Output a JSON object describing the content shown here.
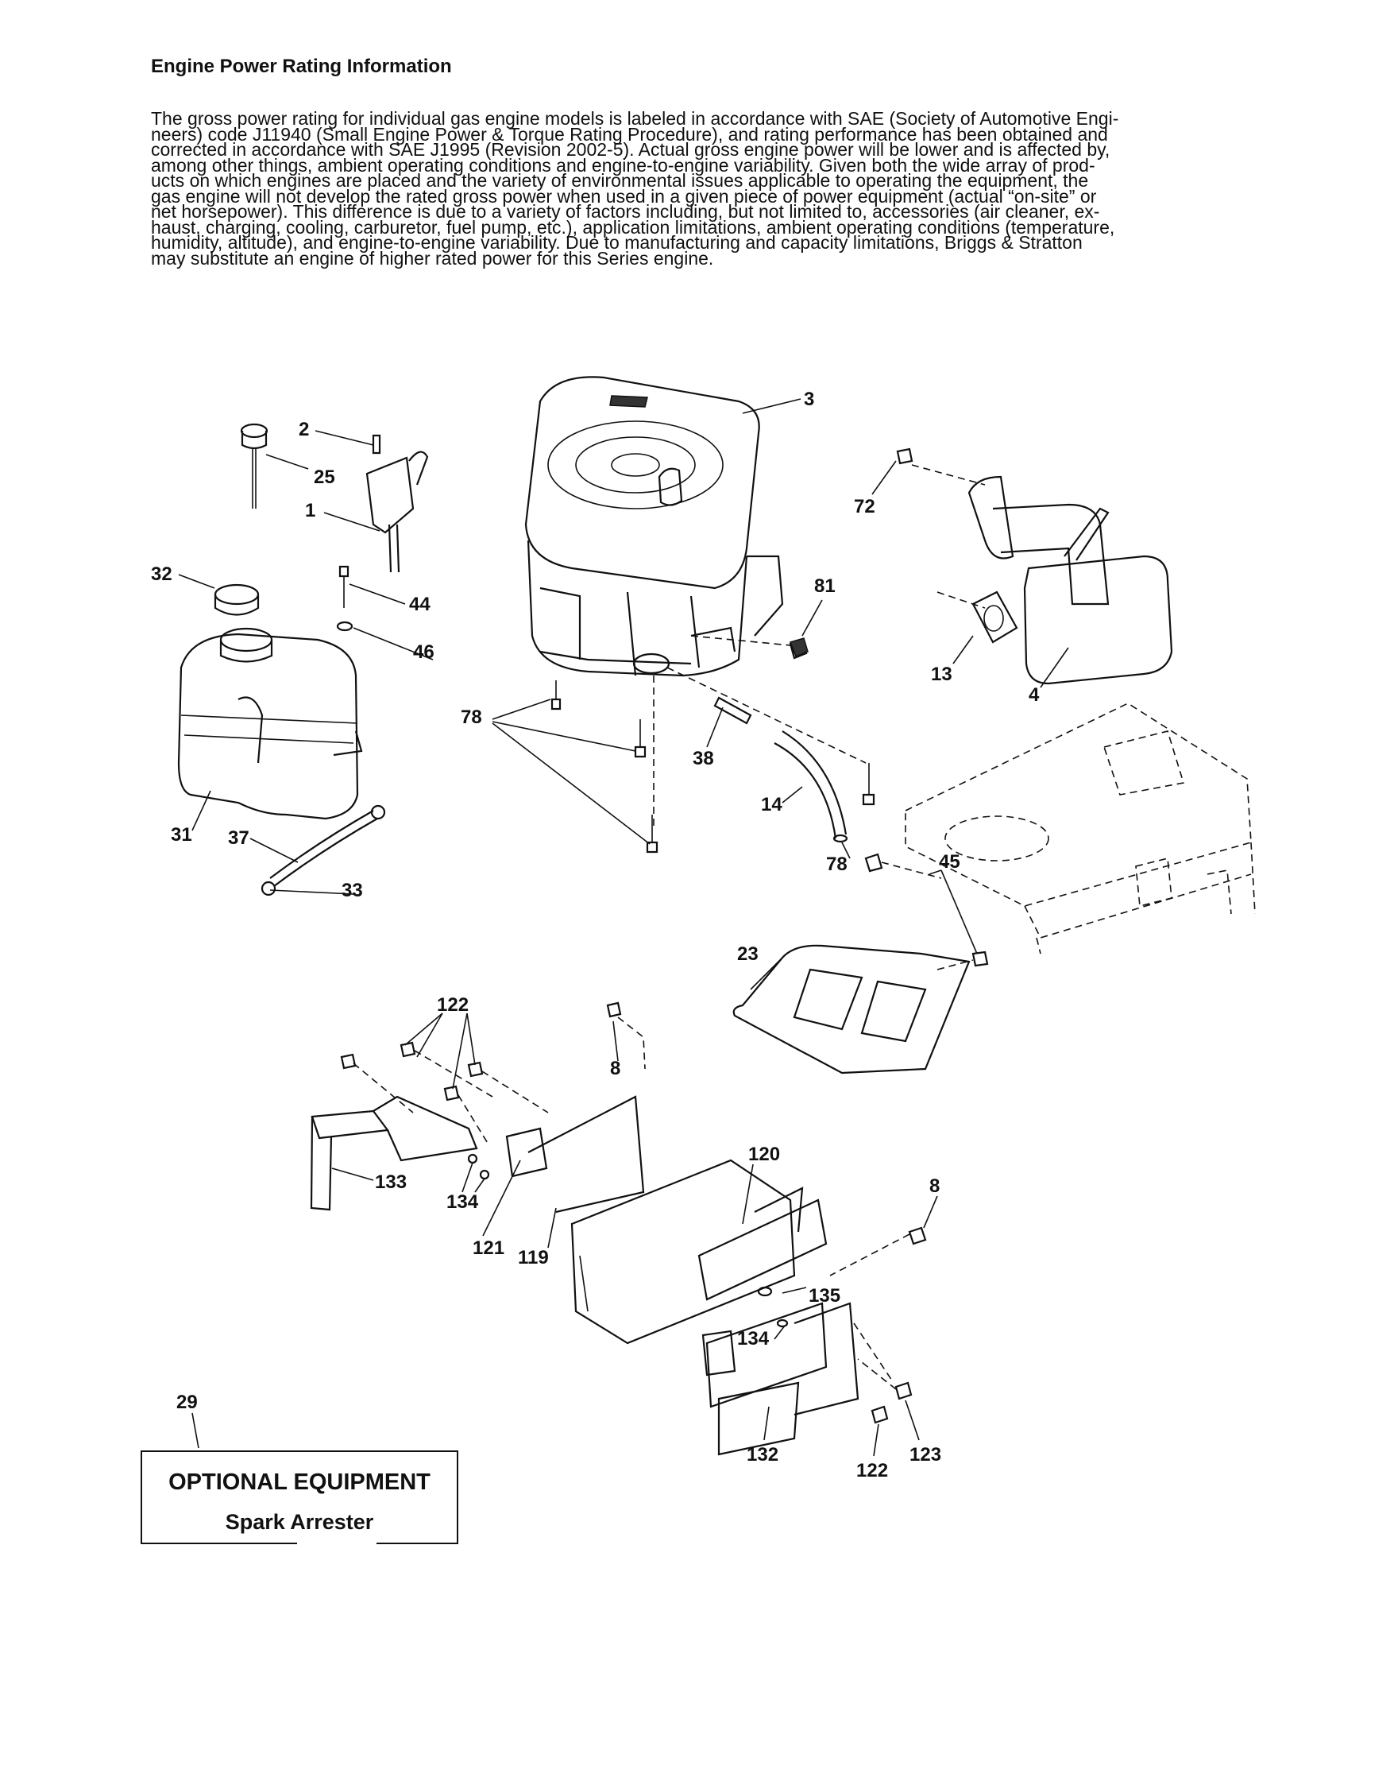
{
  "heading": "Engine Power Rating Information",
  "paragraph_lines": [
    "The gross power rating for individual gas engine models is labeled in accordance with SAE (Society of Automotive Engi-",
    "neers) code J11940 (Small Engine Power & Torque Rating Procedure), and rating performance has been obtained and",
    "corrected in accordance with SAE J1995 (Revision 2002-5).  Actual gross engine power will be lower and is affected by,",
    "among other things, ambient operating conditions and engine-to-engine variability.  Given both the wide array of prod-",
    "ucts on which engines are placed and the variety of environmental issues applicable to operating the equipment, the",
    "gas engine will not develop the rated gross power when used in a given piece of power equipment (actual “on-site” or",
    "net horsepower).  This difference is due to a variety of factors including, but not limited to, accessories (air cleaner, ex-",
    "haust, charging, cooling, carburetor, fuel pump, etc.), application limitations, ambient operating conditions (temperature,",
    "humidity, altitude), and engine-to-engine variability.  Due to manufacturing and capacity limitations, Briggs & Stratton",
    "may substitute an engine of higher rated power for this Series engine."
  ],
  "diagram": {
    "callouts": [
      "3",
      "2",
      "25",
      "1",
      "72",
      "32",
      "44",
      "81",
      "46",
      "78",
      "13",
      "4",
      "38",
      "31",
      "37",
      "14",
      "33",
      "78",
      "45",
      "23",
      "122",
      "8",
      "120",
      "8",
      "133",
      "134",
      "121",
      "119",
      "135",
      "134",
      "29",
      "132",
      "122",
      "123"
    ]
  },
  "optional_equipment": {
    "title": "OPTIONAL EQUIPMENT",
    "item": "Spark Arrester"
  }
}
